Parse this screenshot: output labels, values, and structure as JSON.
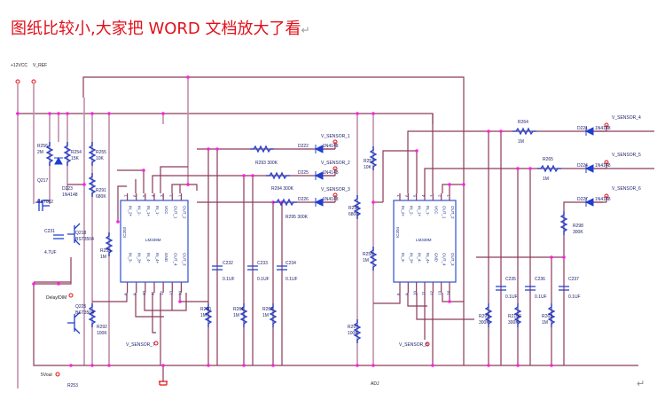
{
  "document": {
    "caption": "图纸比较小,大家把 WORD 文档放大了看",
    "paragraph_mark": "↵"
  },
  "schematic": {
    "power_nets": {
      "vcc": "+12VCC",
      "vref": "V_REF",
      "delay": "Delay/DIM",
      "vout": "5Vout",
      "adj": "ADJ"
    },
    "left_section": {
      "resistors": [
        {
          "ref": "R256",
          "value": "2M"
        },
        {
          "ref": "R254",
          "value": "15K"
        },
        {
          "ref": "R255",
          "value": "10K"
        },
        {
          "ref": "R291",
          "value": "680K"
        },
        {
          "ref": "R259",
          "value": "1M"
        },
        {
          "ref": "R292",
          "value": "100K"
        },
        {
          "ref": "R260",
          "value": "1M"
        },
        {
          "ref": "R261",
          "value": "1M"
        },
        {
          "ref": "R262",
          "value": "1M"
        },
        {
          "ref": "R293",
          "value": "300K"
        },
        {
          "ref": "R294",
          "value": "300K"
        },
        {
          "ref": "R295",
          "value": "300K"
        }
      ],
      "transistors": [
        {
          "ref": "Q217",
          "type": "RK7002"
        },
        {
          "ref": "Q218",
          "type": "BST3504"
        },
        {
          "ref": "Q225",
          "type": "BST3504"
        }
      ],
      "diodes": [
        {
          "ref": "D223",
          "type": "1N4148"
        },
        {
          "ref": "D222",
          "type": "1N4148"
        },
        {
          "ref": "D225",
          "type": "1N4148"
        },
        {
          "ref": "D226",
          "type": "1N4148"
        }
      ],
      "capacitors": [
        {
          "ref": "C231",
          "value": "4.7UF"
        },
        {
          "ref": "C232",
          "value": "0.1UF"
        },
        {
          "ref": "C233",
          "value": "0.1UF"
        },
        {
          "ref": "C234",
          "value": "0.1UF"
        }
      ],
      "chip": {
        "ref": "IC203",
        "part": "LM339M",
        "top_pins": [
          "7",
          "6",
          "5",
          "4",
          "3",
          "2",
          "1"
        ],
        "top_labels": [
          "IN_2+",
          "IN_2-",
          "IN_1+",
          "IN_1-",
          "VCC",
          "OUT_1",
          "OUT_2"
        ],
        "bottom_pins": [
          "8",
          "9",
          "10",
          "11",
          "12",
          "13",
          "14"
        ],
        "bottom_labels": [
          "IN_3-",
          "IN_3+",
          "IN_4-",
          "IN_4+",
          "GND",
          "OUT_4",
          "OUT_3"
        ]
      },
      "sensors": [
        "V_SENSOR_1",
        "V_SENSOR_2",
        "V_SENSOR_3",
        "V_SENSOR_7"
      ]
    },
    "right_section": {
      "resistors": [
        {
          "ref": "R296",
          "value": "680K"
        },
        {
          "ref": "R257",
          "value": "10K"
        },
        {
          "ref": "R258",
          "value": "1M"
        },
        {
          "ref": "R297",
          "value": "100K"
        },
        {
          "ref": "R298",
          "value": "300K"
        },
        {
          "ref": "R299",
          "value": "300K"
        },
        {
          "ref": "R2100",
          "value": "300K"
        },
        {
          "ref": "R263",
          "value": "1M"
        },
        {
          "ref": "R264",
          "value": "1M"
        },
        {
          "ref": "R265",
          "value": "1M"
        }
      ],
      "diodes": [
        {
          "ref": "D221",
          "type": "1N4148"
        },
        {
          "ref": "D224",
          "type": "1N4148"
        },
        {
          "ref": "D227",
          "type": "1N4148"
        }
      ],
      "capacitors": [
        {
          "ref": "C235",
          "value": "0.1UF"
        },
        {
          "ref": "C236",
          "value": "0.1UF"
        },
        {
          "ref": "C237",
          "value": "0.1UF"
        }
      ],
      "chip": {
        "ref": "IC204",
        "part": "LM339M",
        "top_pins": [
          "7",
          "6",
          "5",
          "4",
          "3",
          "2",
          "1"
        ],
        "top_labels": [
          "IN_2+",
          "IN_2-",
          "IN_1+",
          "IN_1-",
          "VCC",
          "OUT_1",
          "OUT_2"
        ],
        "bottom_pins": [
          "8",
          "9",
          "10",
          "11",
          "12",
          "13",
          "14"
        ],
        "bottom_labels": [
          "IN_3-",
          "IN_3+",
          "IN_4-",
          "IN_4+",
          "GND",
          "OUT_4",
          "OUT_3"
        ]
      },
      "sensors": [
        "V_SENSOR_4",
        "V_SENSOR_5",
        "V_SENSOR_6",
        "V_SENSOR_8"
      ]
    },
    "misc_labels": {
      "r_bottom": "R253"
    }
  }
}
